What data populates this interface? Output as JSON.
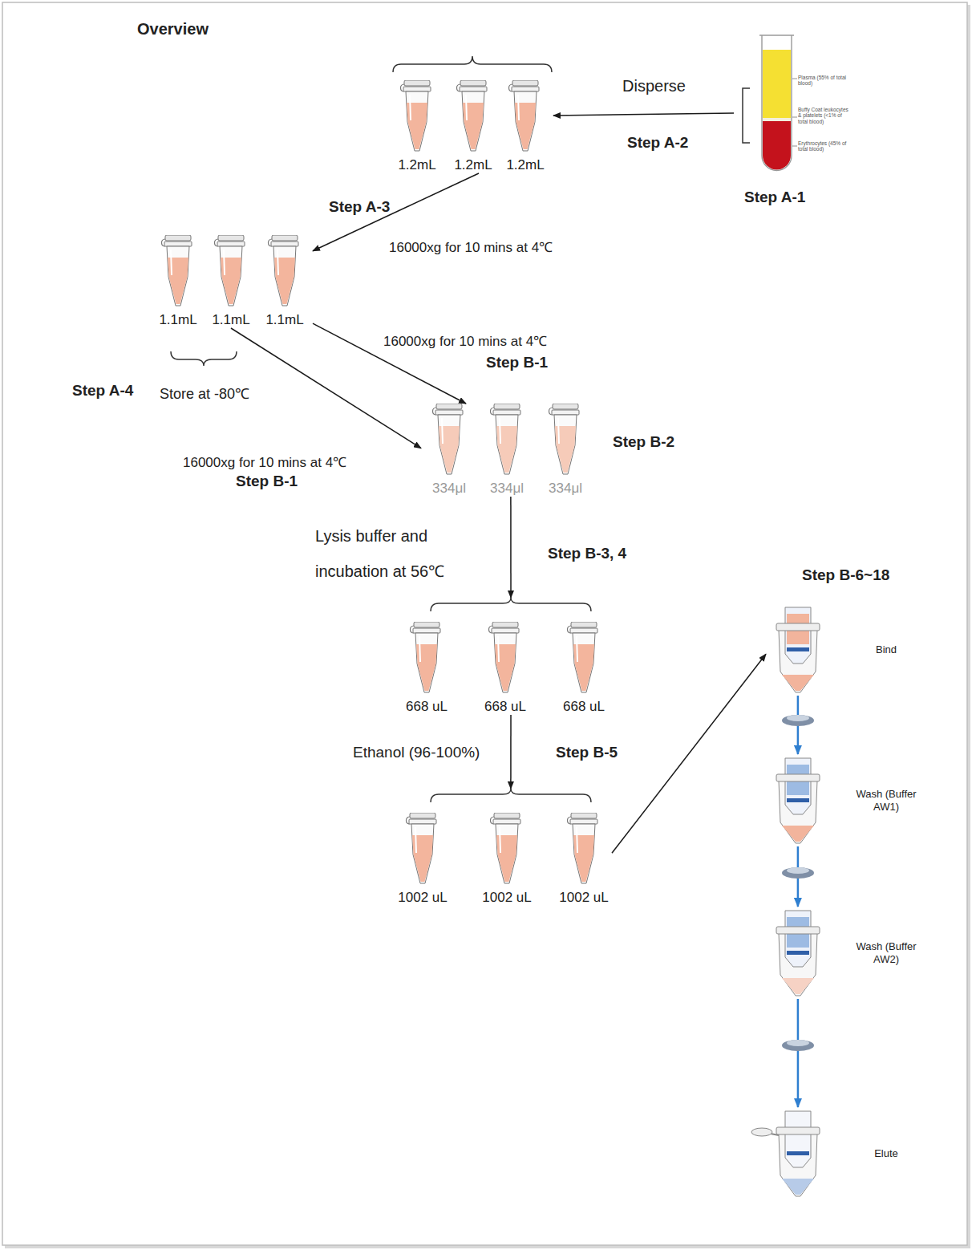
{
  "diagram": {
    "title": "Overview",
    "nodes": [
      {
        "text": [
          "Plasma (55% of total blood)",
          "Buffy Coat leukocytes & platelets (<1% of total blood)",
          "Erythrocytes (45% of total blood)"
        ]
      },
      {
        "text": [
          "1.2mL"
        ]
      },
      {
        "text": [
          "1.2mL"
        ]
      },
      {
        "text": [
          "1.2mL"
        ]
      },
      {
        "text": [
          "1.1mL"
        ]
      },
      {
        "text": [
          "1.1mL"
        ]
      },
      {
        "text": [
          "1.1mL"
        ]
      },
      {
        "text": [
          "334μl"
        ]
      },
      {
        "text": [
          "334μl"
        ]
      },
      {
        "text": [
          "334μl"
        ]
      },
      {
        "text": [
          "668 uL"
        ]
      },
      {
        "text": [
          "668 uL"
        ]
      },
      {
        "text": [
          "668 uL"
        ]
      },
      {
        "text": [
          "1002 uL"
        ]
      },
      {
        "text": [
          "1002 uL"
        ]
      },
      {
        "text": [
          "1002 uL"
        ]
      },
      {
        "text": [
          "Bind"
        ]
      },
      {
        "text": [
          "Wash (Buffer AW1)"
        ]
      },
      {
        "text": [
          "Wash (Buffer AW2)"
        ]
      },
      {
        "text": [
          "Elute"
        ]
      }
    ],
    "edges": [
      {
        "from": 0,
        "to": 3,
        "label": "Disperse",
        "arrow": "to"
      },
      {
        "from": 2,
        "to": 6,
        "label": "16000xg for 10 mins at 4℃",
        "arrow": "to"
      },
      {
        "from": 6,
        "to": 7,
        "label": "16000xg for 10 mins at 4℃",
        "arrow": "to"
      },
      {
        "from": 5,
        "to": 7,
        "label": "16000xg for 10 mins at 4℃",
        "arrow": "to"
      },
      {
        "from": 8,
        "to": 11,
        "label": "Lysis buffer and incubation at 56℃",
        "arrow": "to"
      },
      {
        "from": 11,
        "to": 14,
        "label": "Ethanol (96-100%)",
        "arrow": "to"
      },
      {
        "from": 15,
        "to": 16,
        "arrow": "to"
      },
      {
        "from": 16,
        "to": 17,
        "arrow": "to"
      },
      {
        "from": 17,
        "to": 18,
        "arrow": "to"
      },
      {
        "from": 18,
        "to": 19,
        "arrow": "to"
      }
    ],
    "labels": [
      "Step A-1",
      "Step A-2",
      "Step A-3",
      "Step B-1",
      "Step A-4",
      "Store at -80℃",
      "Step B-1",
      "Step B-2",
      "Step B-3, 4",
      "Step B-5",
      "Step B-6~18"
    ]
  }
}
